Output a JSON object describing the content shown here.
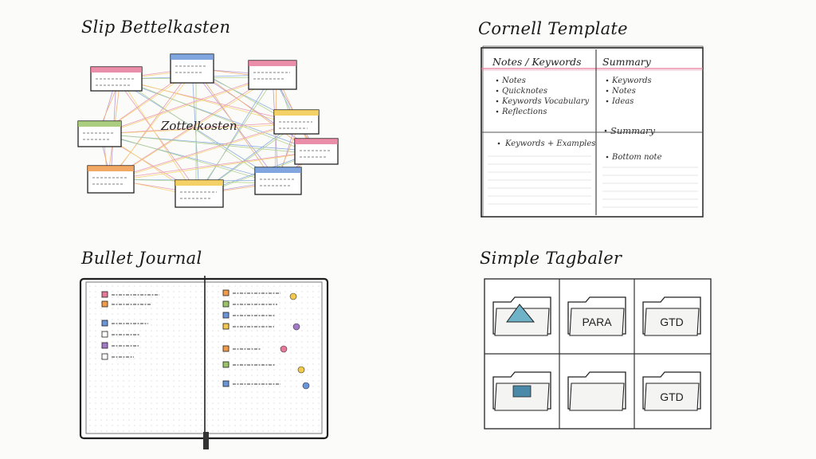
{
  "zettel": {
    "title": "Slip Bettelkasten",
    "center": "Zottelkosten"
  },
  "cornell": {
    "title": "Cornell Template",
    "col_left": "Notes / Keywords",
    "col_right": "Summary",
    "left_items": [
      "Notes",
      "Quicknotes",
      "Keywords Vocabulary",
      "Reflections"
    ],
    "right_items": [
      "Keywords",
      "Notes",
      "Ideas"
    ],
    "left_lower": "Keywords + Examples",
    "right_lower": "Summary",
    "bottom_right": "Bottom note"
  },
  "bullet": {
    "title": "Bullet Journal"
  },
  "simple": {
    "title": "Simple Tagbaler",
    "folders": [
      "",
      "PARA",
      "GTD",
      "",
      "",
      "GTD"
    ]
  },
  "colors": {
    "pink": "#e77a9b",
    "yellow": "#f2c94c",
    "blue": "#6a95d9",
    "green": "#9bc46a",
    "purple": "#a47ac8",
    "orange": "#f09a4a"
  }
}
